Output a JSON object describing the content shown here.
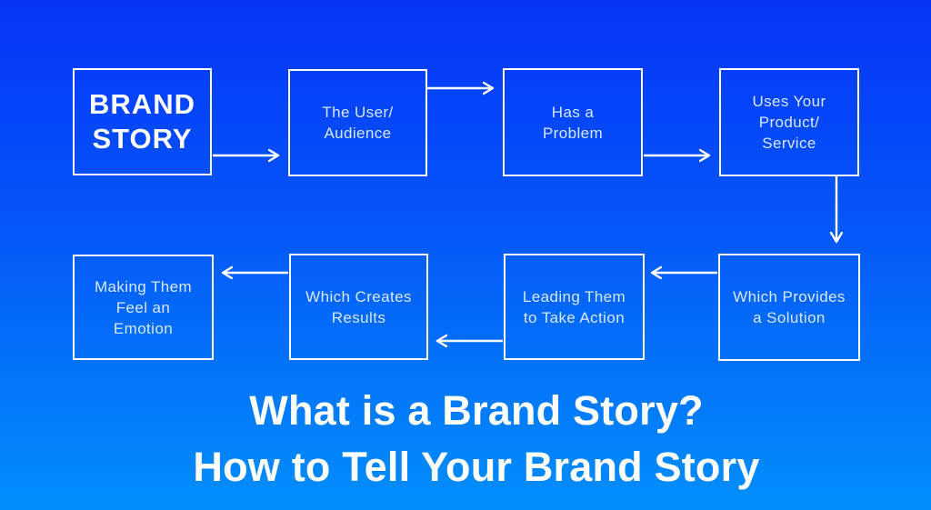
{
  "colors": {
    "background_top": "#0634f7",
    "background_bottom": "#018ffb",
    "box_border": "#fbfdff",
    "box_text": "#d6e8fd",
    "brand_text": "#ffffff",
    "title_text": "#ffffff",
    "arrow": "#ffffff"
  },
  "flowchart": {
    "nodes": [
      {
        "id": "brand-story",
        "label": "BRAND\nSTORY"
      },
      {
        "id": "user-audience",
        "label": "The User/\nAudience"
      },
      {
        "id": "has-a-problem",
        "label": "Has a\nProblem"
      },
      {
        "id": "uses-product-service",
        "label": "Uses Your\nProduct/\nService"
      },
      {
        "id": "provides-solution",
        "label": "Which Provides\na Solution"
      },
      {
        "id": "take-action",
        "label": "Leading Them\nto Take Action"
      },
      {
        "id": "creates-results",
        "label": "Which Creates\nResults"
      },
      {
        "id": "feel-emotion",
        "label": "Making Them\nFeel an\nEmotion"
      }
    ],
    "edges": [
      {
        "from": "brand-story",
        "to": "user-audience"
      },
      {
        "from": "user-audience",
        "to": "has-a-problem"
      },
      {
        "from": "has-a-problem",
        "to": "uses-product-service"
      },
      {
        "from": "uses-product-service",
        "to": "provides-solution"
      },
      {
        "from": "provides-solution",
        "to": "take-action"
      },
      {
        "from": "take-action",
        "to": "creates-results"
      },
      {
        "from": "creates-results",
        "to": "feel-emotion"
      }
    ]
  },
  "title": {
    "line1": "What is a Brand Story?",
    "line2": "How to Tell Your Brand Story"
  }
}
